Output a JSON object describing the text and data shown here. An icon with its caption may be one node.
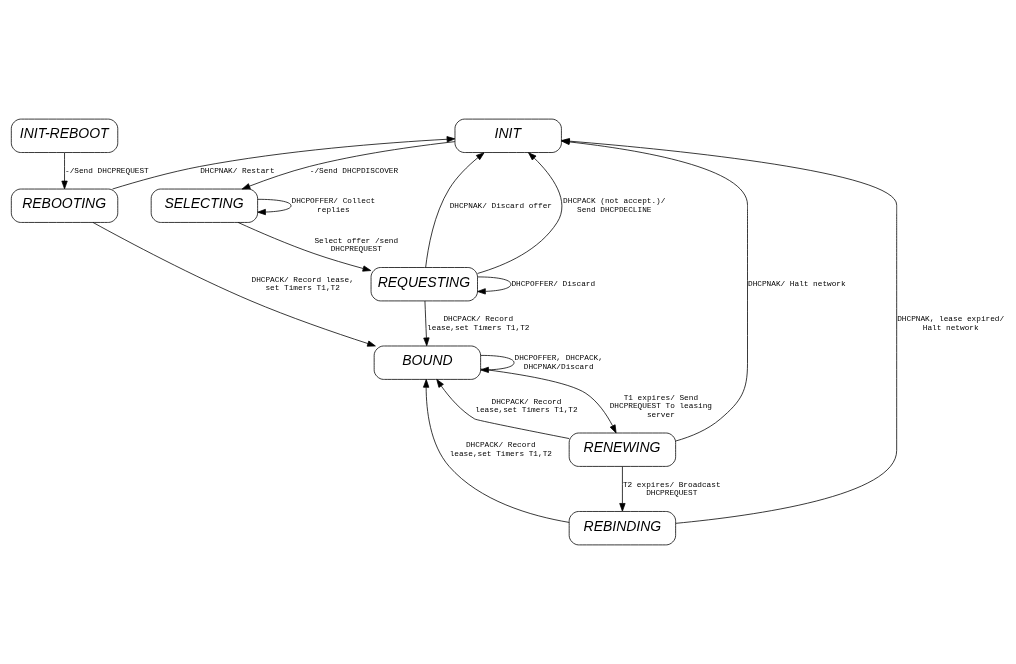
{
  "diagram": {
    "nodes": [
      {
        "text": [
          "INIT-REBOOT"
        ]
      },
      {
        "text": [
          "INIT"
        ]
      },
      {
        "text": [
          "REBOOTING"
        ]
      },
      {
        "text": [
          "SELECTING"
        ]
      },
      {
        "text": [
          "REQUESTING"
        ]
      },
      {
        "text": [
          "REBINDING"
        ]
      },
      {
        "text": [
          "BOUND"
        ]
      },
      {
        "text": [
          "RENEWING"
        ]
      }
    ],
    "edges": [
      {
        "from": 0,
        "to": 2,
        "arrow": "to",
        "label": "-/Send DHCPREQUEST"
      },
      {
        "from": 2,
        "to": 1,
        "arrow": "to",
        "label": "DHCPNAK/ Restart"
      },
      {
        "from": 2,
        "to": 6,
        "arrow": "to",
        "label": "DHCPACK/ Record lease, set Timers T1,T2"
      },
      {
        "from": 1,
        "to": 3,
        "arrow": "to",
        "label": "-/Send DHCPDISCOVER"
      },
      {
        "from": 3,
        "to": 3,
        "arrow": "to",
        "label": "DHCPOFFER/ Collect replies"
      },
      {
        "from": 3,
        "to": 4,
        "arrow": "to",
        "label": "Select offer /send DHCPREQUEST"
      },
      {
        "from": 4,
        "to": 1,
        "arrow": "to",
        "label": "DHCPNAK/ Discard offer"
      },
      {
        "from": 4,
        "to": 1,
        "arrow": "to",
        "label": "DHCPACK (not accept.)/ Send DHCPDECLINE"
      },
      {
        "from": 4,
        "to": 4,
        "arrow": "to",
        "label": "DHCPOFFER/ Discard"
      },
      {
        "from": 4,
        "to": 6,
        "arrow": "to",
        "label": "DHCPACK/ Record lease,set Timers T1,T2"
      },
      {
        "from": 6,
        "to": 6,
        "arrow": "to",
        "label": "DHCPOFFER, DHCPACK, DHCPNAK/Discard"
      },
      {
        "from": 6,
        "to": 7,
        "arrow": "to",
        "label": "T1 expires/ Send DHCPREQUEST To leasing server"
      },
      {
        "from": 7,
        "to": 6,
        "arrow": "to",
        "label": "DHCPACK/ Record lease,set Timers T1,T2"
      },
      {
        "from": 7,
        "to": 5,
        "arrow": "to",
        "label": "T2 expires/ Broadcast DHCPREQUEST"
      },
      {
        "from": 7,
        "to": 1,
        "arrow": "to",
        "label": "DHCPNAK/ Halt network"
      },
      {
        "from": 5,
        "to": 6,
        "arrow": "to",
        "label": "DHCPACK/ Record lease,set Timers T1,T2"
      },
      {
        "from": 5,
        "to": 1,
        "arrow": "to",
        "label": "DHCPNAK, lease expired/ Halt network"
      }
    ]
  }
}
